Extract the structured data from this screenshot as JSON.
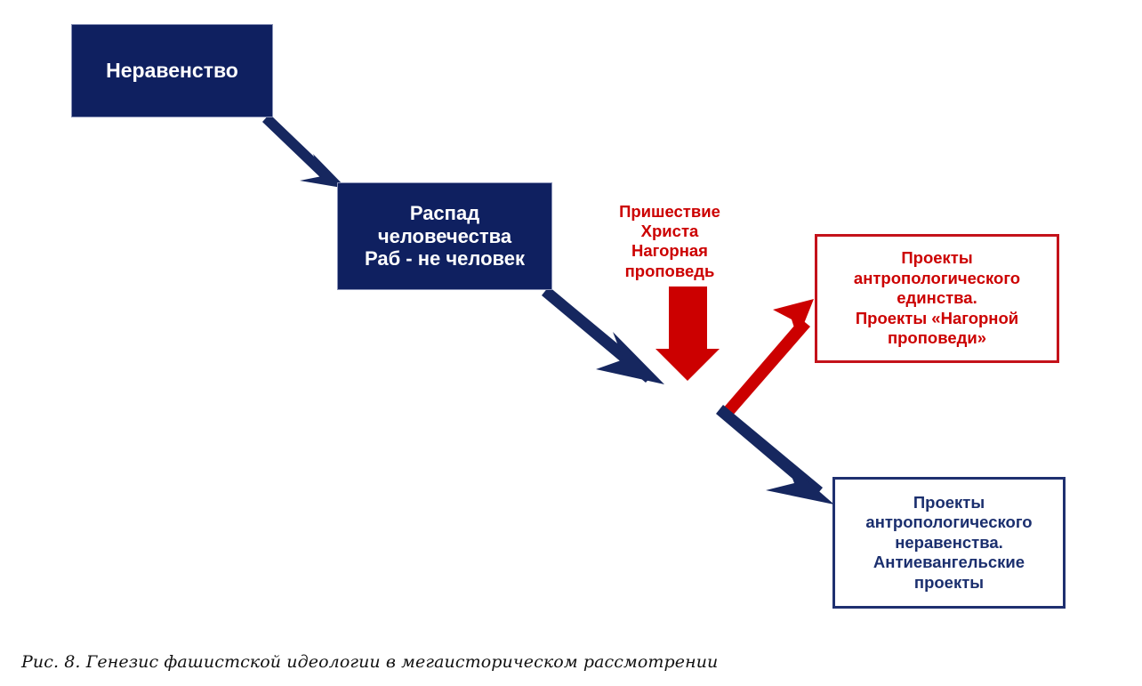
{
  "figure": {
    "caption": "Рис. 8. Генезис фашистской идеологии в мегаисторическом рассмотрении",
    "background": "#FFFFFF"
  },
  "palette": {
    "navy_fill": "#0F2060",
    "navy_stroke": "#1F3070",
    "red": "#CC0000",
    "red_stroke": "#C4121A",
    "white": "#FFFFFF"
  },
  "nodes": [
    {
      "id": "inequality",
      "label": "Неравенство",
      "style": "filled-navy"
    },
    {
      "id": "collapse",
      "label": "Распад\nчеловечества\nРаб - не человек",
      "style": "filled-navy"
    },
    {
      "id": "unity_projects",
      "label": "Проекты\nантропологического\nединства.\nПроекты «Нагорной\nпроповеди»",
      "style": "outline-red"
    },
    {
      "id": "inequality_projects",
      "label": "Проекты\nантропологического\nнеравенства.\nАнтиевангельские\nпроекты",
      "style": "outline-navy"
    }
  ],
  "annotations": [
    {
      "id": "advent",
      "text": "Пришествие\nХриста\nНагорная\nпроповедь",
      "color": "#CC0000"
    }
  ],
  "chart_data": {
    "type": "diagram",
    "title": "Генезис фашистской идеологии в мегаисторическом рассмотрении",
    "figure_number": "Рис. 8",
    "nodes": [
      {
        "id": "inequality",
        "label": "Неравенство",
        "color": "#0F2060",
        "fill": "solid"
      },
      {
        "id": "collapse",
        "label": "Распад человечества Раб - не человек",
        "color": "#0F2060",
        "fill": "solid"
      },
      {
        "id": "unity_projects",
        "label": "Проекты антропологического единства. Проекты «Нагорной проповеди»",
        "color": "#CC0000",
        "fill": "outline"
      },
      {
        "id": "inequality_projects",
        "label": "Проекты антропологического неравенства. Антиевангельские проекты",
        "color": "#1F3070",
        "fill": "outline"
      }
    ],
    "edges": [
      {
        "from": "inequality",
        "to": "collapse",
        "color": "#0F2060"
      },
      {
        "from": "collapse",
        "to": "branch_point",
        "color": "#0F2060"
      },
      {
        "from": "branch_point",
        "to": "unity_projects",
        "color": "#CC0000"
      },
      {
        "from": "branch_point",
        "to": "inequality_projects",
        "color": "#0F2060"
      },
      {
        "from": "advent",
        "to": "branch_point",
        "color": "#CC0000",
        "label": "Пришествие Христа Нагорная проповедь"
      }
    ]
  }
}
